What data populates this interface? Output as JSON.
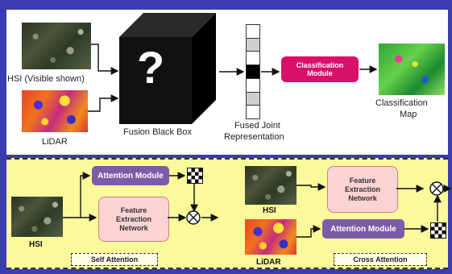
{
  "top_panel": {
    "hsi_label": "HSI (Visible shown)",
    "lidar_label": "LiDAR",
    "fusion_label": "Fusion Black Box",
    "fusion_symbol": "?",
    "fused_label_line1": "Fused Joint",
    "fused_label_line2": "Representation",
    "classification_module_line1": "Classification",
    "classification_module_line2": "Module",
    "map_label_line1": "Classification",
    "map_label_line2": "Map"
  },
  "self_attention": {
    "attention_module": "Attention Module",
    "fe_line1": "Feature",
    "fe_line2": "Extraction",
    "fe_line3": "Network",
    "hsi_label": "HSI",
    "caption": "Self Attention"
  },
  "cross_attention": {
    "fe_line1": "Feature",
    "fe_line2": "Extraction",
    "fe_line3": "Network",
    "hsi_label": "HSI",
    "lidar_label": "LiDAR",
    "attention_module": "Attention Module",
    "caption": "Cross Attention"
  },
  "colors": {
    "background": "#3b3bb0",
    "bottom_panel": "#fafa9a",
    "attention_box": "#7c5ca6",
    "feature_box": "#fbd3d2",
    "classification_box": "#d8106a"
  },
  "fused_vector_segments": [
    "white",
    "light-gray",
    "white",
    "black",
    "white",
    "light-gray",
    "white"
  ]
}
